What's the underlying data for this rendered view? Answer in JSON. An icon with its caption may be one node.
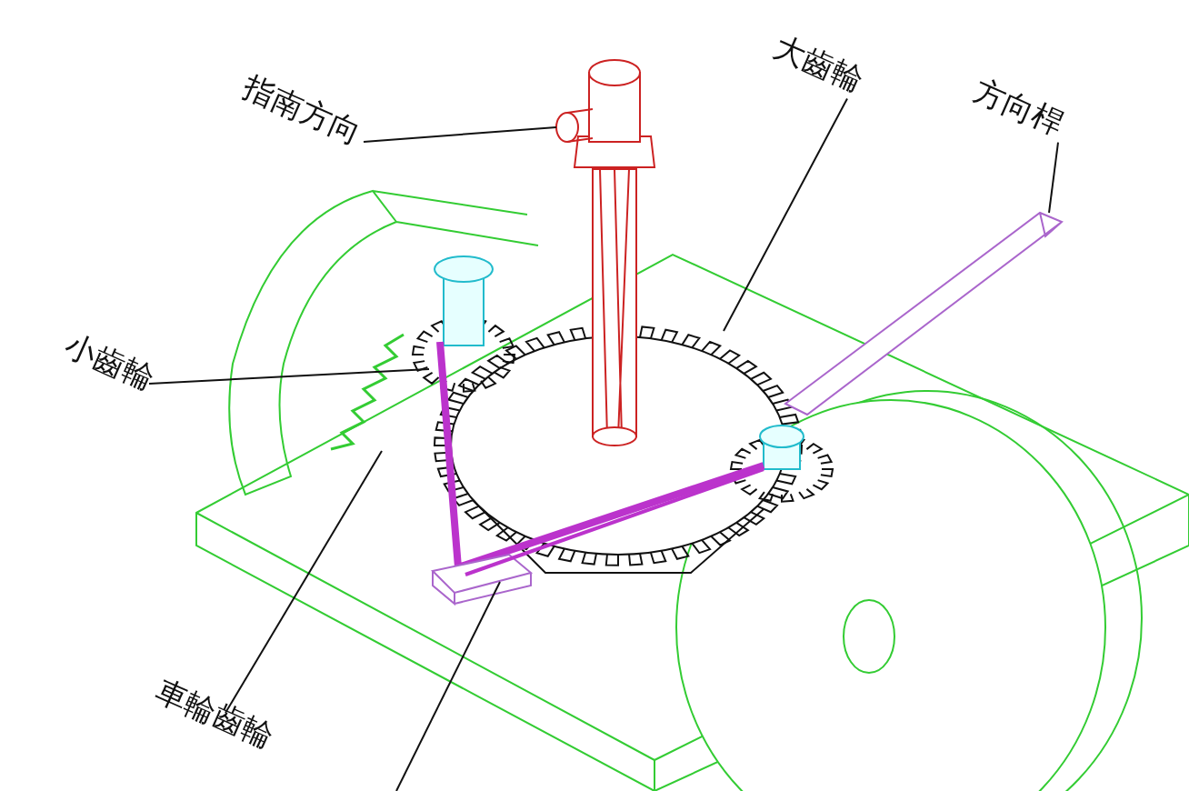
{
  "diagram": {
    "nodes": [
      {
        "text": [
          "指南方向"
        ]
      },
      {
        "text": [],
        "shape": "picture"
      },
      {
        "text": [
          "大齒輪"
        ]
      },
      {
        "text": [],
        "shape": "picture"
      },
      {
        "text": [
          "方向桿"
        ]
      },
      {
        "text": [],
        "shape": "picture"
      },
      {
        "text": [
          "小齒輪"
        ]
      },
      {
        "text": [],
        "shape": "picture"
      },
      {
        "text": [
          "車輪齒輪"
        ]
      },
      {
        "text": [],
        "shape": "picture"
      },
      {
        "text": [],
        "shape": "picture"
      }
    ],
    "edges": [
      {
        "from": 0,
        "to": 1,
        "arrow": "none"
      },
      {
        "from": 2,
        "to": 3,
        "arrow": "none"
      },
      {
        "from": 4,
        "to": 5,
        "arrow": "none"
      },
      {
        "from": 6,
        "to": 7,
        "arrow": "none"
      },
      {
        "from": 8,
        "to": 9,
        "arrow": "none"
      },
      {
        "from": null,
        "to": 10,
        "arrow": "none"
      }
    ]
  }
}
